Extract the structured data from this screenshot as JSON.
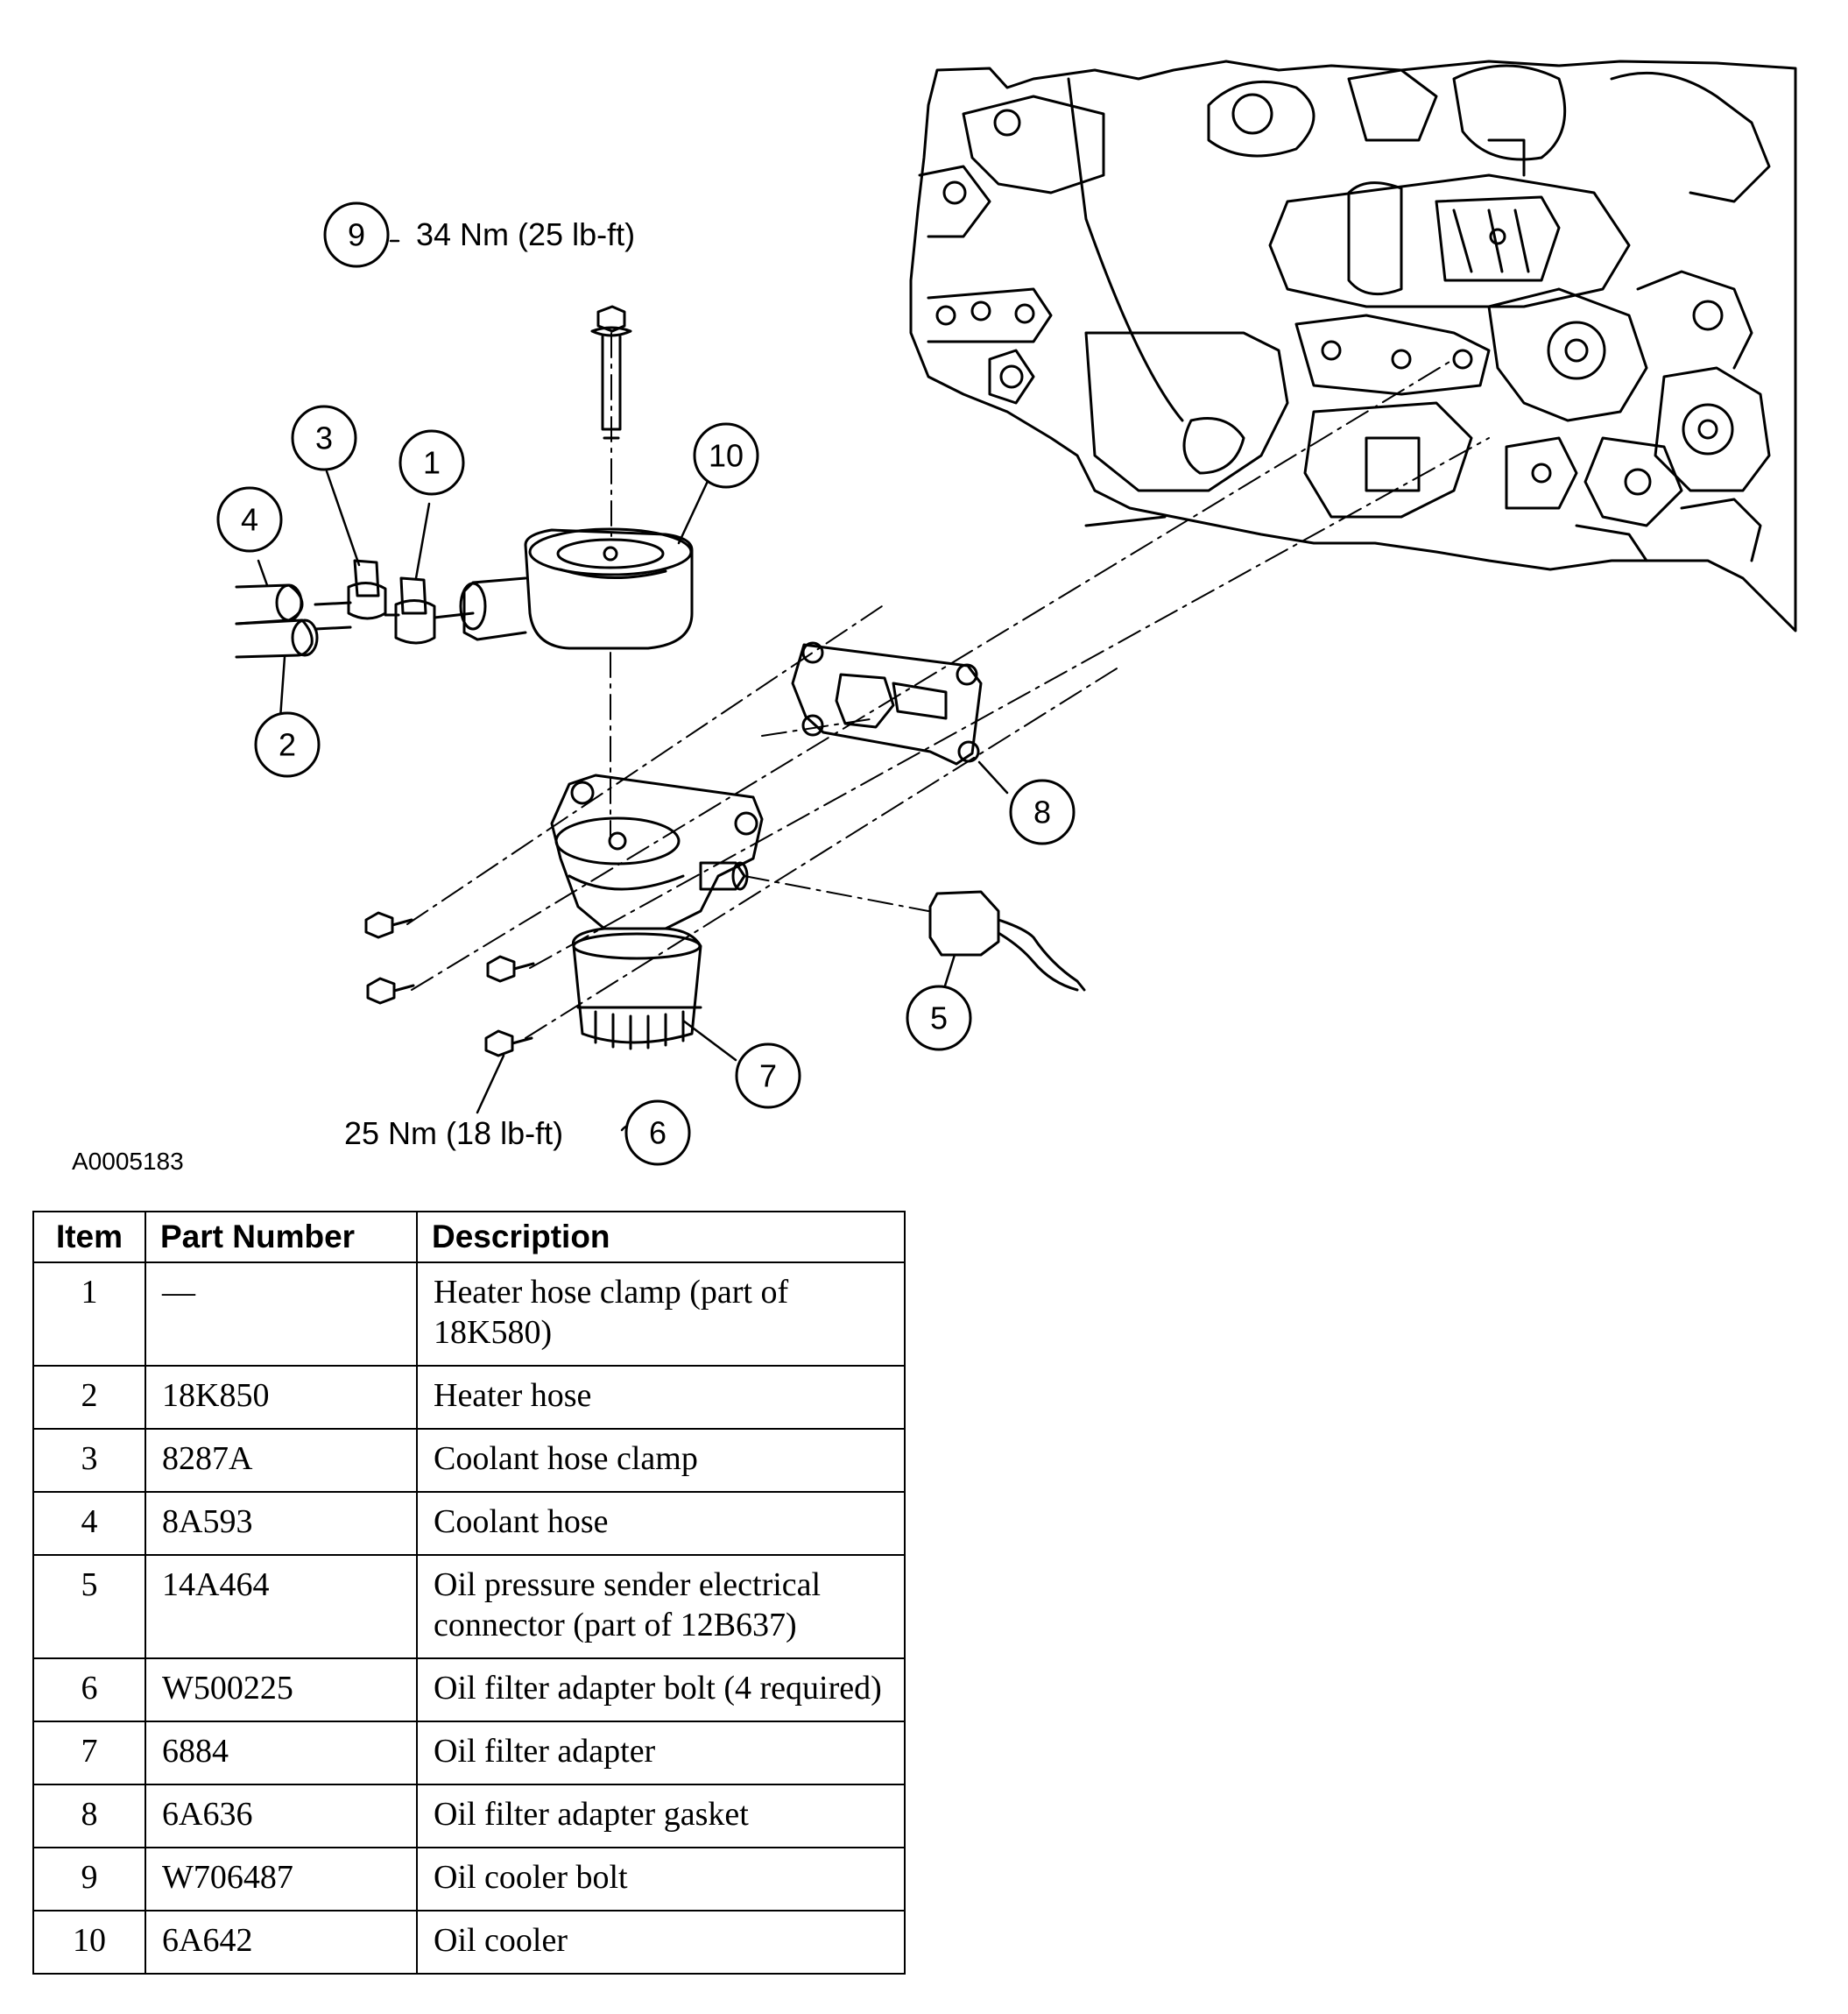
{
  "diagram": {
    "callouts": [
      {
        "n": "9",
        "spec": "34 Nm (25 lb-ft)"
      },
      {
        "n": "3"
      },
      {
        "n": "1"
      },
      {
        "n": "10"
      },
      {
        "n": "4"
      },
      {
        "n": "2"
      },
      {
        "n": "8"
      },
      {
        "n": "5"
      },
      {
        "n": "7"
      },
      {
        "n": "6",
        "spec": "25 Nm (18 lb-ft)"
      }
    ],
    "figure_id": "A0005183"
  },
  "table": {
    "headers": [
      "Item",
      "Part Number",
      "Description"
    ],
    "rows": [
      {
        "item": "1",
        "part": "—",
        "desc": "Heater hose clamp (part of 18K580)"
      },
      {
        "item": "2",
        "part": "18K850",
        "desc": "Heater hose"
      },
      {
        "item": "3",
        "part": "8287A",
        "desc": "Coolant hose clamp"
      },
      {
        "item": "4",
        "part": "8A593",
        "desc": "Coolant hose"
      },
      {
        "item": "5",
        "part": "14A464",
        "desc": "Oil pressure sender electrical connector (part of 12B637)"
      },
      {
        "item": "6",
        "part": "W500225",
        "desc": "Oil filter adapter bolt (4 required)"
      },
      {
        "item": "7",
        "part": "6884",
        "desc": "Oil filter adapter"
      },
      {
        "item": "8",
        "part": "6A636",
        "desc": "Oil filter adapter gasket"
      },
      {
        "item": "9",
        "part": "W706487",
        "desc": "Oil cooler bolt"
      },
      {
        "item": "10",
        "part": "6A642",
        "desc": "Oil cooler"
      }
    ]
  }
}
